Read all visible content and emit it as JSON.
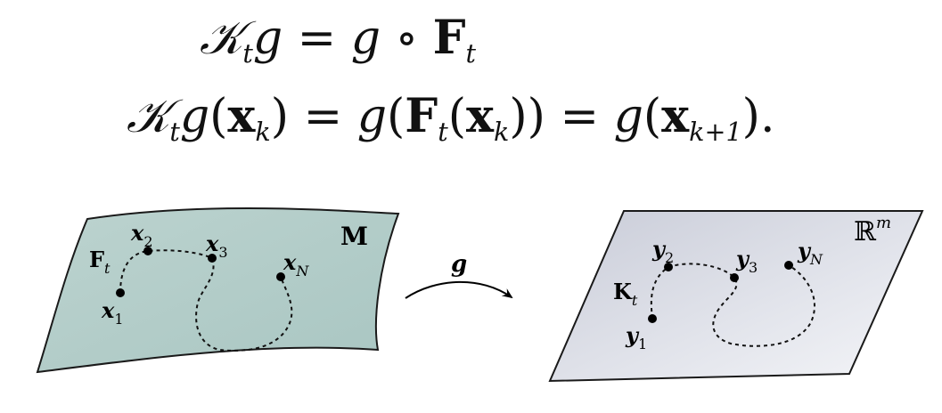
{
  "equations": {
    "line1": {
      "lhs_op": "𝒦",
      "lhs_op_sub": "t",
      "lhs_g": "g",
      "eq": " = ",
      "rhs_g": "g",
      "compose": " ∘ ",
      "rhs_F": "F",
      "rhs_F_sub": "t"
    },
    "line2": {
      "op": "𝒦",
      "op_sub": "t",
      "g1": "g",
      "open1": "(",
      "x1": "x",
      "x1_sub": "k",
      "close1": ")",
      "eq1": " = ",
      "g2": "g",
      "open2": "(",
      "F": "F",
      "F_sub": "t",
      "open3": "(",
      "x2": "x",
      "x2_sub": "k",
      "close3": "))",
      "eq2": " = ",
      "g3": "g",
      "open4": "(",
      "x3": "x",
      "x3_sub": "k+1",
      "close4": ").",
      "tail": ""
    }
  },
  "left_manifold": {
    "name": "M",
    "operator_label": "F",
    "operator_sub": "t",
    "points": [
      {
        "name": "x",
        "sub": "1"
      },
      {
        "name": "x",
        "sub": "2"
      },
      {
        "name": "x",
        "sub": "3"
      },
      {
        "name": "x",
        "sub": "N"
      }
    ],
    "fill_color": "#a9c6c2"
  },
  "mapping": {
    "label": "g"
  },
  "right_space": {
    "name": "ℝ",
    "sup": "m",
    "operator_label": "K",
    "operator_sub": "t",
    "points": [
      {
        "name": "y",
        "sub": "1"
      },
      {
        "name": "y",
        "sub": "2"
      },
      {
        "name": "y",
        "sub": "3"
      },
      {
        "name": "y",
        "sub": "N"
      }
    ],
    "fill_color": "#c9ccd8"
  }
}
